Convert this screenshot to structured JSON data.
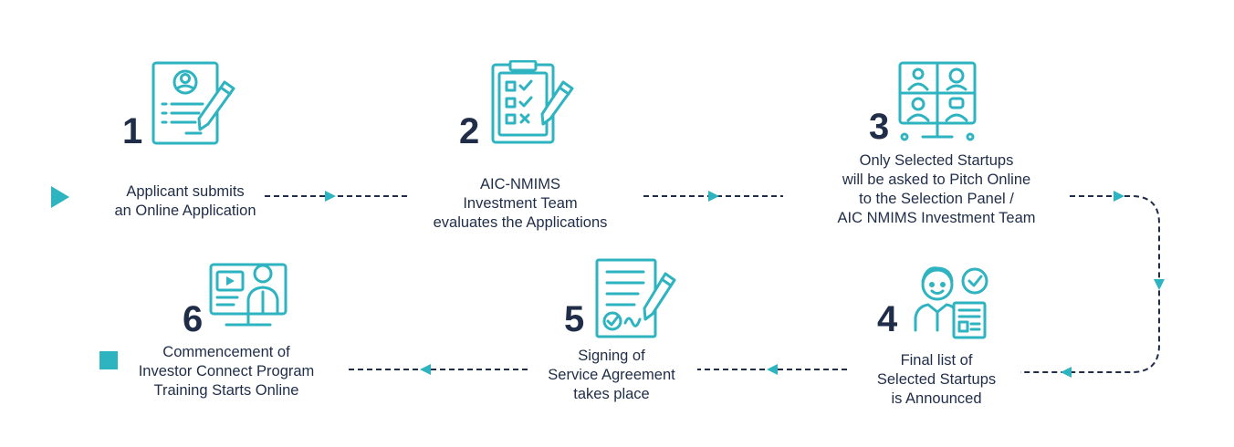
{
  "steps": [
    {
      "number": "1",
      "lines": [
        "Applicant submits",
        "an Online Application"
      ],
      "icon": "application-form-icon"
    },
    {
      "number": "2",
      "lines": [
        "AIC-NMIMS",
        "Investment Team",
        "evaluates the Applications"
      ],
      "icon": "checklist-clipboard-icon"
    },
    {
      "number": "3",
      "lines": [
        "Only Selected Startups",
        "will be asked to Pitch Online",
        "to the Selection Panel /",
        "AIC NMIMS Investment Team"
      ],
      "icon": "video-conference-icon"
    },
    {
      "number": "4",
      "lines": [
        "Final list of",
        "Selected Startups",
        "is Announced"
      ],
      "icon": "selected-person-icon"
    },
    {
      "number": "5",
      "lines": [
        "Signing of",
        "Service Agreement",
        "takes place"
      ],
      "icon": "signed-agreement-icon"
    },
    {
      "number": "6",
      "lines": [
        "Commencement of",
        "Investor Connect Program",
        "Training Starts Online"
      ],
      "icon": "online-training-icon"
    }
  ],
  "colors": {
    "accent": "#2eb3c0",
    "text": "#1f2d48",
    "connector": "#1f2d48"
  }
}
